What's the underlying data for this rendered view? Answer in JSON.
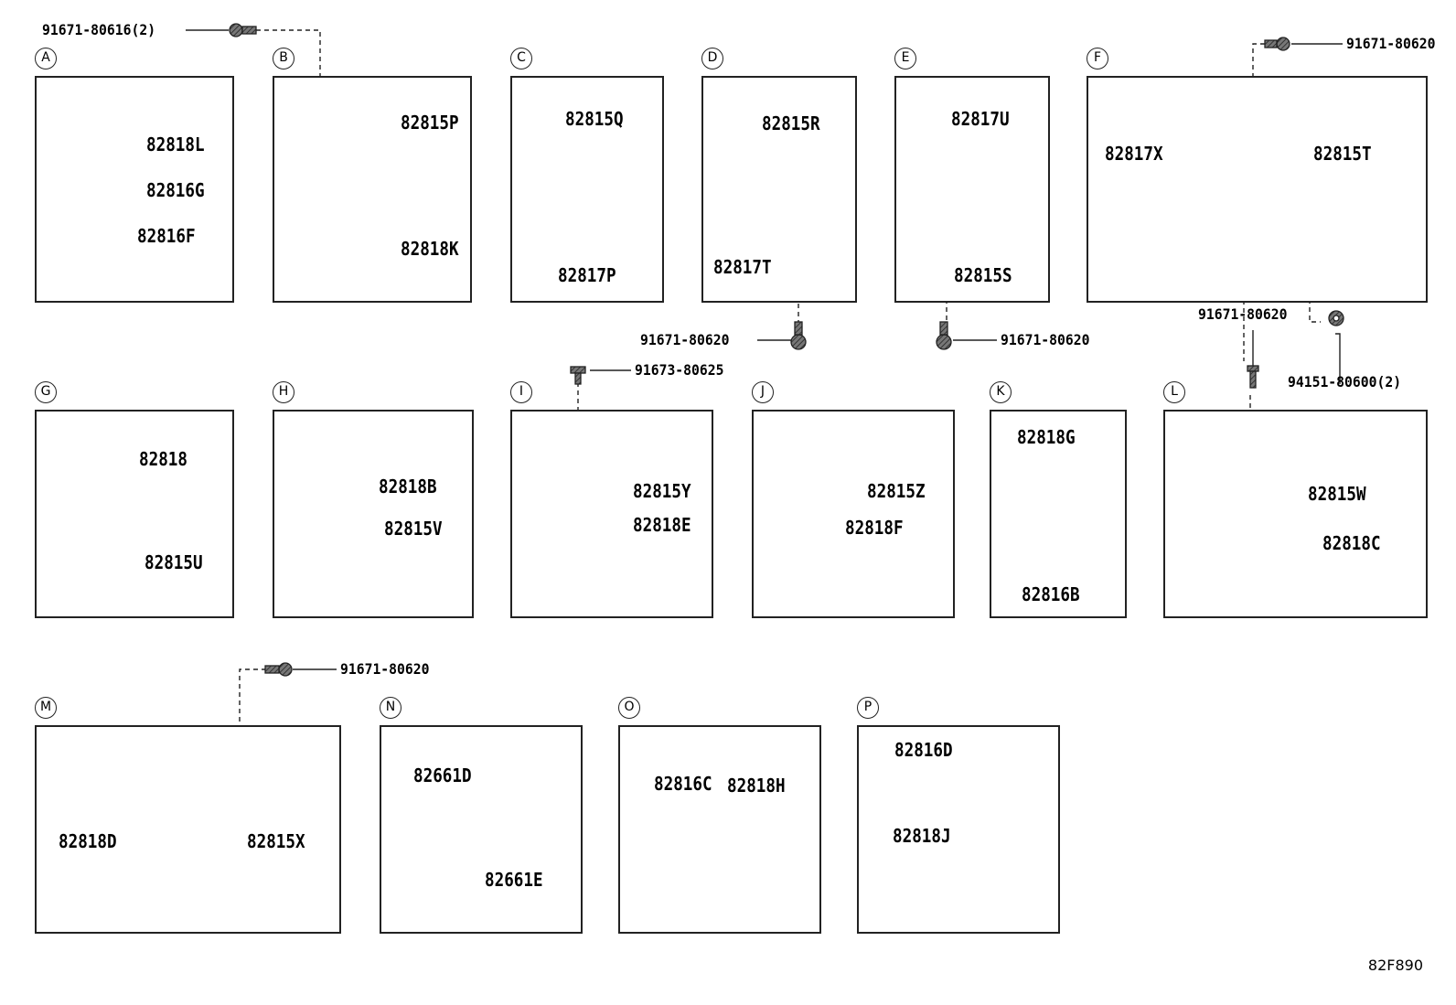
{
  "diagram_code": "82F890",
  "panels": [
    {
      "letter": "A",
      "parts": [
        "82818L",
        "82816G",
        "82816F"
      ]
    },
    {
      "letter": "B",
      "parts": [
        "82815P",
        "82818K"
      ]
    },
    {
      "letter": "C",
      "parts": [
        "82815Q",
        "82817P"
      ]
    },
    {
      "letter": "D",
      "parts": [
        "82815R",
        "82817T"
      ]
    },
    {
      "letter": "E",
      "parts": [
        "82817U",
        "82815S"
      ]
    },
    {
      "letter": "F",
      "parts": [
        "82817X",
        "82815T"
      ]
    },
    {
      "letter": "G",
      "parts": [
        "82818",
        "82815U"
      ]
    },
    {
      "letter": "H",
      "parts": [
        "82818B",
        "82815V"
      ]
    },
    {
      "letter": "I",
      "parts": [
        "82815Y",
        "82818E"
      ]
    },
    {
      "letter": "J",
      "parts": [
        "82815Z",
        "82818F"
      ]
    },
    {
      "letter": "K",
      "parts": [
        "82818G",
        "82816B"
      ]
    },
    {
      "letter": "L",
      "parts": [
        "82815W",
        "82818C"
      ]
    },
    {
      "letter": "M",
      "parts": [
        "82818D",
        "82815X"
      ]
    },
    {
      "letter": "N",
      "parts": [
        "82661D",
        "82661E"
      ]
    },
    {
      "letter": "O",
      "parts": [
        "82816C",
        "82818H"
      ]
    },
    {
      "letter": "P",
      "parts": [
        "82816D",
        "82818J"
      ]
    }
  ],
  "fasteners": {
    "b_bolt": "91671-80616(2)",
    "f_bolt": "91671-80620",
    "d_bolt": "91671-80620",
    "e_bolt": "91671-80620",
    "f_lower_bolt": "91671-80620",
    "f_nut": "94151-80600(2)",
    "i_bolt": "91673-80625",
    "m_bolt": "91671-80620"
  },
  "colors": {
    "line": "#222222",
    "part_fill": "#8a8a8a",
    "background": "#ffffff"
  }
}
